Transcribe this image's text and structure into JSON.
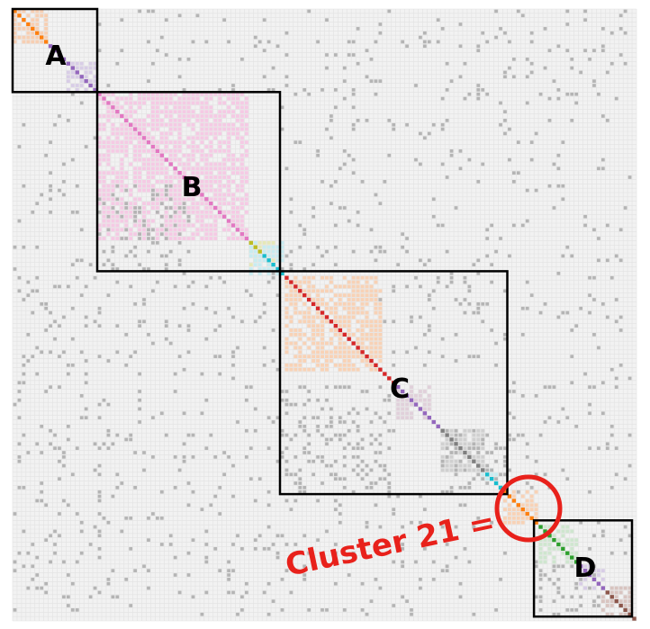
{
  "figure": {
    "matrix_size": 140,
    "background_color": "#f2f2f2",
    "gridline_color": "#e2e2e2",
    "offdiag_dot_color": "#b4b4b4",
    "diagonal_colors": [
      "#ff7f0e",
      "#9467bd",
      "#e377c2",
      "#bcbd22",
      "#17becf",
      "#d62728",
      "#7f7f7f",
      "#2ca02c",
      "#8c564b",
      "#1f77b4"
    ]
  },
  "clusters": [
    {
      "start": 0,
      "end": 7,
      "color": "#f7cfb3"
    },
    {
      "start": 12,
      "end": 18,
      "color": "#d8cde6"
    },
    {
      "start": 19,
      "end": 52,
      "color": "#f5cae4"
    },
    {
      "start": 53,
      "end": 58,
      "color": "#e6e8b8"
    },
    {
      "start": 53,
      "end": 60,
      "color": "#c8ecf1"
    },
    {
      "start": 61,
      "end": 82,
      "color": "#f8d2b6"
    },
    {
      "start": 86,
      "end": 93,
      "color": "#e0d0da"
    },
    {
      "start": 96,
      "end": 105,
      "color": "#d0d0d0"
    },
    {
      "start": 105,
      "end": 108,
      "color": "#c8ecf1"
    },
    {
      "start": 110,
      "end": 117,
      "color": "#f8d2b6"
    },
    {
      "start": 118,
      "end": 126,
      "color": "#cfe6cf"
    },
    {
      "start": 127,
      "end": 132,
      "color": "#d8cde6"
    },
    {
      "start": 132,
      "end": 138,
      "color": "#d8c4c0"
    }
  ],
  "boxes": [
    {
      "label": "A",
      "start": 0,
      "end": 19
    },
    {
      "label": "B",
      "start": 19,
      "end": 60
    },
    {
      "label": "C",
      "start": 60,
      "end": 111
    },
    {
      "label": "D",
      "start": 117,
      "end": 139
    }
  ],
  "annotation": {
    "text": "Cluster 21 =",
    "color": "#e8211b"
  }
}
